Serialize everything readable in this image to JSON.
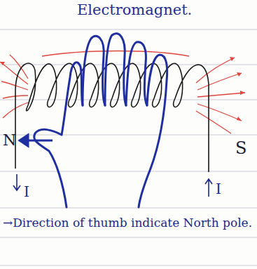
{
  "diagram": {
    "title": "Electromagnet.",
    "labels": [
      "N",
      "S",
      "I",
      "I",
      "→Direction of thumb indicate North pole."
    ]
  }
}
